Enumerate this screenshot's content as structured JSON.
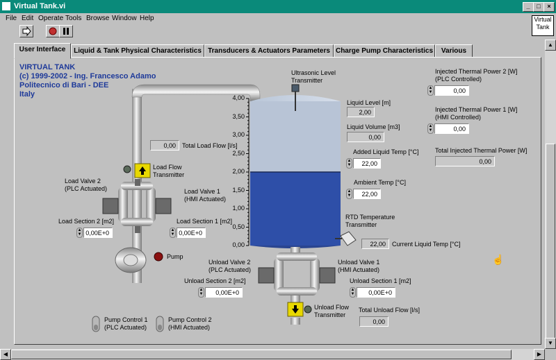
{
  "window": {
    "title": "Virtual Tank.vi",
    "vi_icon_text": "Virtual Tank"
  },
  "menu": [
    "File",
    "Edit",
    "Operate",
    "Tools",
    "Browse",
    "Window",
    "Help"
  ],
  "tabs": [
    {
      "label": "User Interface",
      "active": true
    },
    {
      "label": "Liquid & Tank Physical Characteristics",
      "active": false
    },
    {
      "label": "Transducers & Actuators Parameters",
      "active": false
    },
    {
      "label": "Charge Pump Characteristics",
      "active": false
    },
    {
      "label": "Various",
      "active": false
    }
  ],
  "credit": {
    "line1": "VIRTUAL TANK",
    "line2": "(c) 1999-2002 - Ing. Francesco Adamo",
    "line3": "Politecnico di Bari - DEE",
    "line4": "Italy"
  },
  "tank": {
    "ticks": [
      "4,00",
      "3,50",
      "3,00",
      "2,50",
      "2,00",
      "1,50",
      "1,00",
      "0,50",
      "0,00"
    ],
    "scale_max": 4.0,
    "level": 2.0,
    "liquid_color": "#2e4fa8",
    "empty_color": "#b8c4d6"
  },
  "labels": {
    "ultrasonic": "Ultrasonic Level\nTransmitter",
    "liquid_level": "Liquid Level [m]",
    "liquid_volume": "Liquid Volume [m3]",
    "added_temp": "Added Liquid Temp [°C]",
    "ambient_temp": "Ambient Temp [°C]",
    "rtd": "RTD Temperature\nTransmitter",
    "current_temp": "Current Liquid Temp [°C]",
    "total_load_flow": "Total Load Flow [l/s]",
    "load_flow_tx": "Load Flow\nTransmitter",
    "load_valve_2": "Load Valve 2\n(PLC Actuated)",
    "load_valve_1": "Load Valve 1\n(HMI Actuated)",
    "load_section_2": "Load Section 2 [m2]",
    "load_section_1": "Load Section 1 [m2]",
    "pump": "Pump",
    "pump_control_1": "Pump Control 1\n(PLC Actuated)",
    "pump_control_2": "Pump Control 2\n(HMI Actuated)",
    "unload_valve_2": "Unload Valve 2\n(PLC Actuated)",
    "unload_valve_1": "Unload Valve 1\n(HMI Actuated)",
    "unload_section_2": "Unload Section 2 [m2]",
    "unload_section_1": "Unload Section 1 [m2]",
    "unload_flow_tx": "Unload Flow\nTransmitter",
    "total_unload_flow": "Total Unload Flow [l/s]",
    "inj_power_2": "Injected Thermal Power 2 [W]\n(PLC Controlled)",
    "inj_power_1": "Injected Thermal Power 1 [W]\n(HMI Controlled)",
    "total_inj_power": "Total Injected Thermal Power [W]"
  },
  "values": {
    "liquid_level": "2,00",
    "liquid_volume": "0,00",
    "added_temp": "22,00",
    "ambient_temp": "22,00",
    "current_temp": "22,00",
    "total_load_flow": "0,00",
    "load_section_2": "0,00E+0",
    "load_section_1": "0,00E+0",
    "unload_section_2": "0,00E+0",
    "unload_section_1": "0,00E+0",
    "total_unload_flow": "0,00",
    "inj_power_2": "0,00",
    "inj_power_1": "0,00",
    "total_inj_power": "0,00"
  },
  "colors": {
    "titlebar": "#0a8a7a",
    "credit": "#1e3a9a",
    "pump_led": "#8a1010",
    "flow_tx": "#e8d800"
  }
}
